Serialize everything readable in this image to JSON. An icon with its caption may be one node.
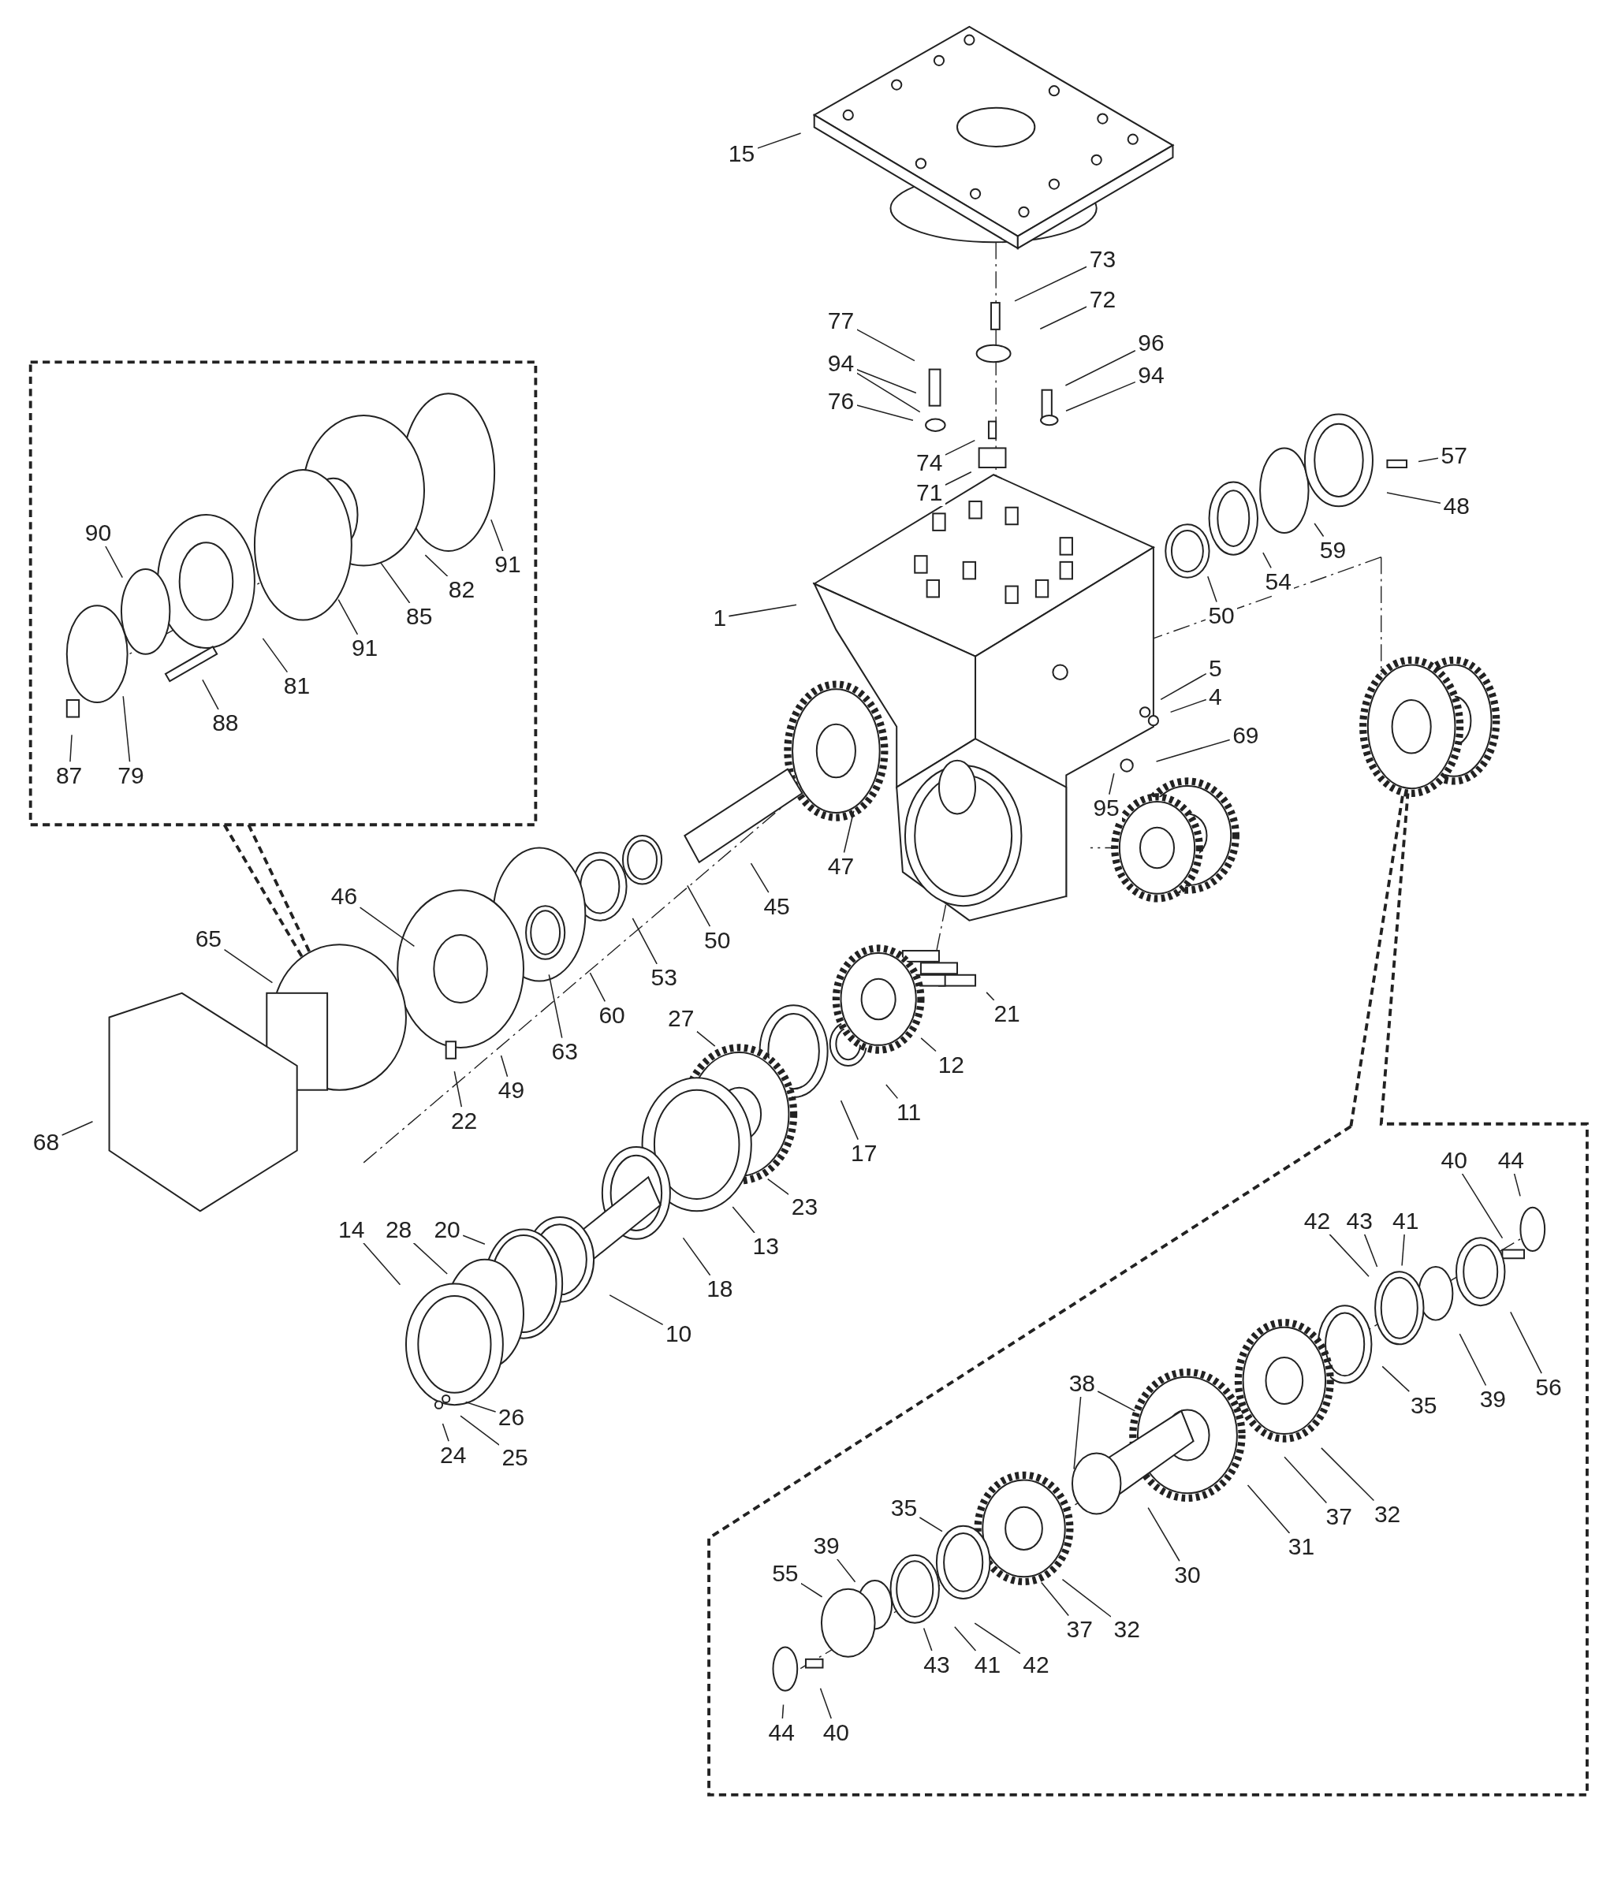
{
  "diagram": {
    "nodes": [
      {
        "text": [
          "15"
        ]
      },
      {
        "text": [
          "73"
        ]
      },
      {
        "text": [
          "72"
        ]
      },
      {
        "text": [
          "77"
        ]
      },
      {
        "text": [
          "94"
        ]
      },
      {
        "text": [
          "76"
        ]
      },
      {
        "text": [
          "96"
        ]
      },
      {
        "text": [
          "94"
        ]
      },
      {
        "text": [
          "74"
        ]
      },
      {
        "text": [
          "71"
        ]
      },
      {
        "text": [
          "57"
        ]
      },
      {
        "text": [
          "48"
        ]
      },
      {
        "text": [
          "59"
        ]
      },
      {
        "text": [
          "54"
        ]
      },
      {
        "text": [
          "50"
        ]
      },
      {
        "text": [
          "1"
        ]
      },
      {
        "text": [
          "5"
        ]
      },
      {
        "text": [
          "4"
        ]
      },
      {
        "text": [
          "69"
        ]
      },
      {
        "text": [
          "95"
        ]
      },
      {
        "text": [
          "47"
        ]
      },
      {
        "text": [
          "45"
        ]
      },
      {
        "text": [
          "50"
        ]
      },
      {
        "text": [
          "53"
        ]
      },
      {
        "text": [
          "60"
        ]
      },
      {
        "text": [
          "63"
        ]
      },
      {
        "text": [
          "46"
        ]
      },
      {
        "text": [
          "49"
        ]
      },
      {
        "text": [
          "65"
        ]
      },
      {
        "text": [
          "68"
        ]
      },
      {
        "text": [
          "22"
        ]
      },
      {
        "text": [
          "27"
        ]
      },
      {
        "text": [
          "12"
        ]
      },
      {
        "text": [
          "11"
        ]
      },
      {
        "text": [
          "21"
        ]
      },
      {
        "text": [
          "17"
        ]
      },
      {
        "text": [
          "23"
        ]
      },
      {
        "text": [
          "13"
        ]
      },
      {
        "text": [
          "18"
        ]
      },
      {
        "text": [
          "10"
        ]
      },
      {
        "text": [
          "14"
        ]
      },
      {
        "text": [
          "28"
        ]
      },
      {
        "text": [
          "20"
        ]
      },
      {
        "text": [
          "26"
        ]
      },
      {
        "text": [
          "24"
        ]
      },
      {
        "text": [
          "25"
        ]
      },
      {
        "text": [
          "90"
        ]
      },
      {
        "text": [
          "91"
        ]
      },
      {
        "text": [
          "82"
        ]
      },
      {
        "text": [
          "85"
        ]
      },
      {
        "text": [
          "91"
        ]
      },
      {
        "text": [
          "81"
        ]
      },
      {
        "text": [
          "88"
        ]
      },
      {
        "text": [
          "87"
        ]
      },
      {
        "text": [
          "79"
        ]
      },
      {
        "text": [
          "40"
        ]
      },
      {
        "text": [
          "44"
        ]
      },
      {
        "text": [
          "42"
        ]
      },
      {
        "text": [
          "43"
        ]
      },
      {
        "text": [
          "41"
        ]
      },
      {
        "text": [
          "35"
        ]
      },
      {
        "text": [
          "39"
        ]
      },
      {
        "text": [
          "56"
        ]
      },
      {
        "text": [
          "38"
        ]
      },
      {
        "text": [
          "37"
        ]
      },
      {
        "text": [
          "32"
        ]
      },
      {
        "text": [
          "31"
        ]
      },
      {
        "text": [
          "30"
        ]
      },
      {
        "text": [
          "35"
        ]
      },
      {
        "text": [
          "39"
        ]
      },
      {
        "text": [
          "55"
        ]
      },
      {
        "text": [
          "37"
        ]
      },
      {
        "text": [
          "32"
        ]
      },
      {
        "text": [
          "43"
        ]
      },
      {
        "text": [
          "41"
        ]
      },
      {
        "text": [
          "42"
        ]
      },
      {
        "text": [
          "44"
        ]
      },
      {
        "text": [
          "40"
        ]
      }
    ],
    "edges": [
      {
        "from": 0,
        "to": null,
        "arrow": "none"
      },
      {
        "from": 1,
        "to": null,
        "arrow": "none"
      },
      {
        "from": 2,
        "to": null,
        "arrow": "none"
      },
      {
        "from": 3,
        "to": null,
        "arrow": "none"
      },
      {
        "from": 4,
        "to": null,
        "arrow": "none"
      },
      {
        "from": 4,
        "to": null,
        "arrow": "none"
      },
      {
        "from": 5,
        "to": null,
        "arrow": "none"
      },
      {
        "from": 6,
        "to": null,
        "arrow": "none"
      },
      {
        "from": 7,
        "to": null,
        "arrow": "none"
      },
      {
        "from": 8,
        "to": null,
        "arrow": "none"
      },
      {
        "from": 9,
        "to": null,
        "arrow": "none"
      },
      {
        "from": 10,
        "to": null,
        "arrow": "none"
      },
      {
        "from": 11,
        "to": null,
        "arrow": "none"
      },
      {
        "from": 12,
        "to": null,
        "arrow": "none"
      },
      {
        "from": 13,
        "to": null,
        "arrow": "none"
      },
      {
        "from": 14,
        "to": null,
        "arrow": "none"
      },
      {
        "from": 15,
        "to": null,
        "arrow": "none"
      },
      {
        "from": 16,
        "to": null,
        "arrow": "none"
      },
      {
        "from": 17,
        "to": null,
        "arrow": "none"
      },
      {
        "from": 18,
        "to": null,
        "arrow": "none"
      },
      {
        "from": 19,
        "to": null,
        "arrow": "none"
      },
      {
        "from": 20,
        "to": null,
        "arrow": "none"
      },
      {
        "from": 21,
        "to": null,
        "arrow": "none"
      },
      {
        "from": 22,
        "to": null,
        "arrow": "none"
      },
      {
        "from": 23,
        "to": null,
        "arrow": "none"
      },
      {
        "from": 24,
        "to": null,
        "arrow": "none"
      },
      {
        "from": 25,
        "to": null,
        "arrow": "none"
      },
      {
        "from": 26,
        "to": null,
        "arrow": "none"
      },
      {
        "from": 27,
        "to": null,
        "arrow": "none"
      },
      {
        "from": 28,
        "to": null,
        "arrow": "none"
      },
      {
        "from": 29,
        "to": null,
        "arrow": "none"
      },
      {
        "from": 30,
        "to": null,
        "arrow": "none"
      },
      {
        "from": 31,
        "to": null,
        "arrow": "none"
      },
      {
        "from": 32,
        "to": null,
        "arrow": "none"
      },
      {
        "from": 33,
        "to": null,
        "arrow": "none"
      },
      {
        "from": 34,
        "to": null,
        "arrow": "none"
      },
      {
        "from": 35,
        "to": null,
        "arrow": "none"
      },
      {
        "from": 36,
        "to": null,
        "arrow": "none"
      },
      {
        "from": 37,
        "to": null,
        "arrow": "none"
      },
      {
        "from": 38,
        "to": null,
        "arrow": "none"
      },
      {
        "from": 39,
        "to": null,
        "arrow": "none"
      },
      {
        "from": 40,
        "to": null,
        "arrow": "none"
      },
      {
        "from": 41,
        "to": null,
        "arrow": "none"
      },
      {
        "from": 42,
        "to": null,
        "arrow": "none"
      },
      {
        "from": 43,
        "to": null,
        "arrow": "none"
      },
      {
        "from": 44,
        "to": null,
        "arrow": "none"
      },
      {
        "from": 45,
        "to": null,
        "arrow": "none"
      },
      {
        "from": 46,
        "to": null,
        "arrow": "none"
      },
      {
        "from": 47,
        "to": null,
        "arrow": "none"
      },
      {
        "from": 48,
        "to": null,
        "arrow": "none"
      },
      {
        "from": 49,
        "to": null,
        "arrow": "none"
      },
      {
        "from": 50,
        "to": null,
        "arrow": "none"
      },
      {
        "from": 51,
        "to": null,
        "arrow": "none"
      },
      {
        "from": 52,
        "to": null,
        "arrow": "none"
      },
      {
        "from": 53,
        "to": null,
        "arrow": "none"
      },
      {
        "from": 54,
        "to": null,
        "arrow": "none"
      },
      {
        "from": 55,
        "to": null,
        "arrow": "none"
      },
      {
        "from": 56,
        "to": null,
        "arrow": "none"
      },
      {
        "from": 57,
        "to": null,
        "arrow": "none"
      },
      {
        "from": 58,
        "to": null,
        "arrow": "none"
      },
      {
        "from": 59,
        "to": null,
        "arrow": "none"
      },
      {
        "from": 60,
        "to": null,
        "arrow": "none"
      },
      {
        "from": 61,
        "to": null,
        "arrow": "none"
      },
      {
        "from": 62,
        "to": null,
        "arrow": "none"
      },
      {
        "from": 63,
        "to": null,
        "arrow": "none"
      },
      {
        "from": 63,
        "to": null,
        "arrow": "none"
      },
      {
        "from": 64,
        "to": null,
        "arrow": "none"
      },
      {
        "from": 65,
        "to": null,
        "arrow": "none"
      },
      {
        "from": 66,
        "to": null,
        "arrow": "none"
      },
      {
        "from": 67,
        "to": null,
        "arrow": "none"
      },
      {
        "from": 68,
        "to": null,
        "arrow": "none"
      },
      {
        "from": 69,
        "to": null,
        "arrow": "none"
      },
      {
        "from": 70,
        "to": null,
        "arrow": "none"
      },
      {
        "from": 71,
        "to": null,
        "arrow": "none"
      },
      {
        "from": 72,
        "to": null,
        "arrow": "none"
      },
      {
        "from": 73,
        "to": null,
        "arrow": "none"
      },
      {
        "from": 74,
        "to": null,
        "arrow": "none"
      },
      {
        "from": 75,
        "to": null,
        "arrow": "none"
      },
      {
        "from": 76,
        "to": null,
        "arrow": "none"
      },
      {
        "from": 77,
        "to": null,
        "arrow": "none"
      }
    ]
  }
}
